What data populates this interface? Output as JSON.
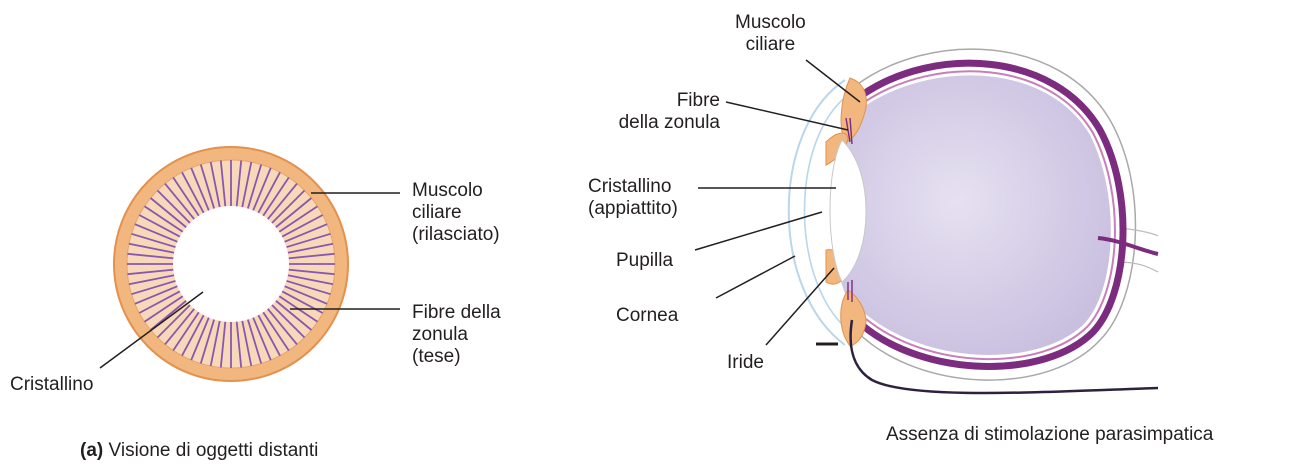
{
  "left_panel": {
    "labels": {
      "muscle_line1": "Muscolo",
      "muscle_line2": "ciliare",
      "muscle_line3": "(rilasciato)",
      "fibers_line1": "Fibre della",
      "fibers_line2": "zonula",
      "fibers_line3": "(tese)",
      "lens": "Cristallino"
    },
    "caption_prefix": "(a)",
    "caption_text": " Visione di oggetti distanti"
  },
  "right_panel": {
    "labels": {
      "muscle_line1": "Muscolo",
      "muscle_line2": "ciliare",
      "fibers_line1": "Fibre",
      "fibers_line2": "della zonula",
      "lens_line1": "Cristallino",
      "lens_line2": "(appiattito)",
      "pupil": "Pupilla",
      "cornea": "Cornea",
      "iris": "Iride"
    },
    "caption": "Assenza di stimolazione parasimpatica"
  },
  "colors": {
    "lens_ring": "#f2b67f",
    "ring_edge": "#e2914e",
    "zonule": "#8a56b0",
    "eye_fill": "#d9d3ea",
    "choroid": "#7b2c7e",
    "cornea_line": "#b9d6ea",
    "leader": "#231f20"
  }
}
